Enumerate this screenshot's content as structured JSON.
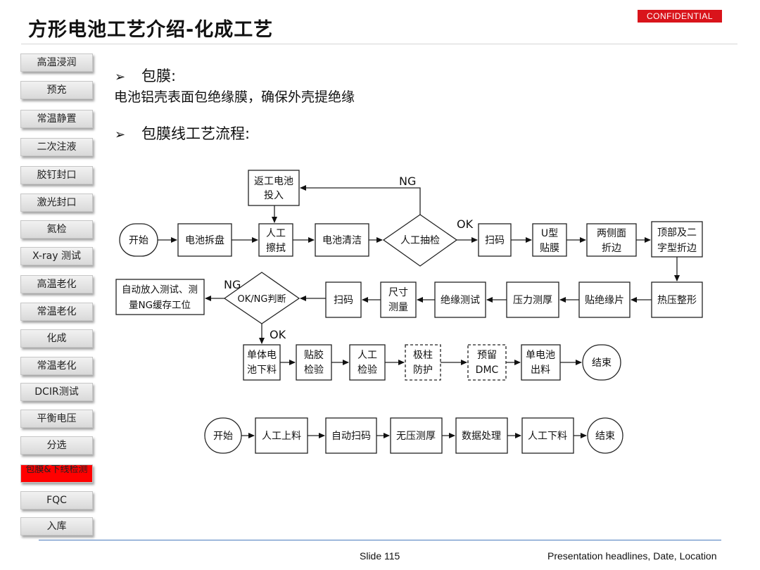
{
  "title": "方形电池工艺介绍-化成工艺",
  "confidential": "CONFIDENTIAL",
  "sidebar": {
    "items": [
      {
        "label": "高温浸润"
      },
      {
        "label": "预充"
      },
      {
        "label": "常温静置"
      },
      {
        "label": "二次注液"
      },
      {
        "label": "胶钉封口"
      },
      {
        "label": "激光封口"
      },
      {
        "label": "氦检"
      },
      {
        "label": "X-ray 测试"
      },
      {
        "label": "高温老化"
      },
      {
        "label": "常温老化"
      },
      {
        "label": "化成"
      },
      {
        "label": "常温老化"
      },
      {
        "label": "DCIR测试"
      },
      {
        "label": "平衡电压"
      },
      {
        "label": "分选"
      },
      {
        "label": "包膜&下线检测"
      },
      {
        "label": "FQC"
      },
      {
        "label": "入库"
      }
    ],
    "active_index": 15,
    "active_color": "#ff0000"
  },
  "content": {
    "bullet1": "包膜:",
    "line1": "电池铝壳表面包绝缘膜，确保外壳提绝缘",
    "bullet2": "包膜线工艺流程:"
  },
  "flow1": {
    "nodes": {
      "start": "开始",
      "unpack": "电池拆盘",
      "wipe": [
        "人工",
        "擦拭"
      ],
      "clean": "电池清洁",
      "inspect": "人工抽检",
      "rework": [
        "返工电池",
        "投入"
      ],
      "scan1": "扫码",
      "u_film": [
        "U型",
        "贴膜"
      ],
      "fold_sides": [
        "两侧面",
        "折边"
      ],
      "fold_top": [
        "顶部及二",
        "字型折边"
      ],
      "hot_press": "热压整形",
      "insulation_tape": "贴绝缘片",
      "thickness": "压力测厚",
      "insulation_test": "绝缘测试",
      "dimension": [
        "尺寸",
        "测量"
      ],
      "scan2": "扫码",
      "judge": "OK/NG判断",
      "ng_buffer": [
        "自动放入测试、测",
        "量NG缓存工位"
      ],
      "unload_single": [
        "单体电",
        "池下料"
      ],
      "glue_check": [
        "贴胶",
        "检验"
      ],
      "manual_check": [
        "人工",
        "检验"
      ],
      "terminal_protect": [
        "极柱",
        "防护"
      ],
      "reserve_dmc": [
        "预留",
        "DMC"
      ],
      "single_out": [
        "单电池",
        "出料"
      ],
      "end": "结束"
    },
    "labels": {
      "ng1": "NG",
      "ok1": "OK",
      "ng2": "NG",
      "ok2": "OK"
    }
  },
  "flow2": {
    "nodes": [
      "开始",
      "人工上料",
      "自动扫码",
      "无压测厚",
      "数据处理",
      "人工下料",
      "结束"
    ]
  },
  "footer": {
    "slide": "Slide 115",
    "right": "Presentation headlines, Date, Location"
  }
}
